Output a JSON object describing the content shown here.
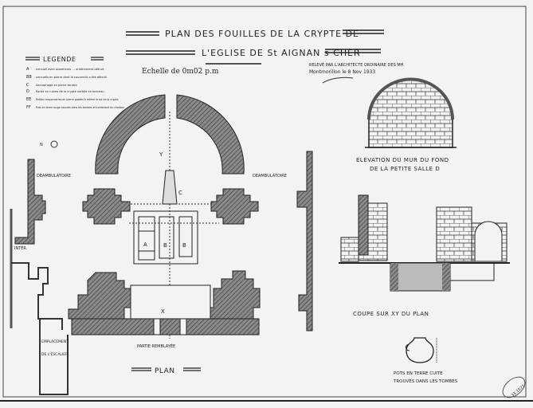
{
  "title": {
    "line1": "PLAN DES FOUILLES DE LA CRYPTE DE",
    "line2": "L'EGLISE DE St AIGNAN s CHER"
  },
  "scale": "Echelle de 0m02 p.m",
  "survey": {
    "line1": "RELEVÉ PAR L'ARCHITECTE ORDINAIRE DES MH",
    "line2": "Montmorillon le 8 Nov 1933"
  },
  "legend": {
    "heading": "LEGENDE",
    "items": [
      {
        "key": "A",
        "text": "cercueil avec ossements … entièrement détruit"
      },
      {
        "key": "BB",
        "text": "cercueils en pierre dont le couvercle a été détruit"
      },
      {
        "key": "C",
        "text": "Sarcophage en pierre tendre"
      },
      {
        "key": "D",
        "text": "Partie en ruines de la crypte voûtée en berceau"
      },
      {
        "key": "EE",
        "text": "Petites maçonneries en pierre posées à même le sol de la crypte"
      },
      {
        "key": "FF",
        "text": "Pots en terre rouge trouvés dans les tombes et contenant du charbon"
      }
    ]
  },
  "plan": {
    "north": "N",
    "ambulatory_left": "DEAMBULATOIRE",
    "ambulatory_right": "DEAMBULATOIRE",
    "left_label": "INTÉR.",
    "stair_label_1": "EMPLACEMENT",
    "stair_label_2": "DE L'ESCALIER",
    "bottom_label": "PARTIE REMBLAYÉE",
    "caption": "PLAN",
    "labels": {
      "a": "A",
      "b1": "B",
      "b2": "B",
      "c": "C",
      "x": "X",
      "y": "Y"
    }
  },
  "elevation": {
    "caption_line1": "ELEVATION DU MUR DU FOND",
    "caption_line2": "DE LA PETITE SALLE D"
  },
  "section": {
    "caption": "COUPE SUR XY DU PLAN"
  },
  "jar": {
    "line1": "POTS EN TERRE CUITE",
    "line2": "TROUVÉS DANS LES TOMBES"
  },
  "stamp": "33.1571"
}
